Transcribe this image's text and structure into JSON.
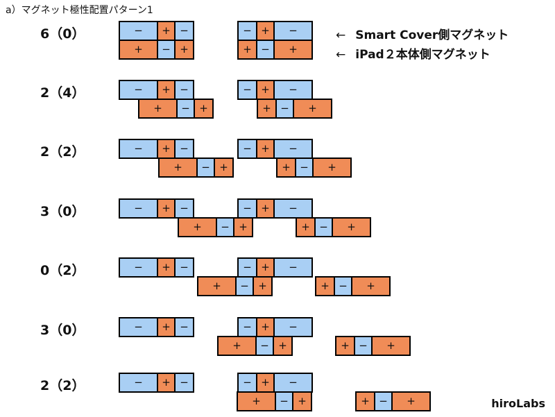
{
  "title": "a）マグネット極性配置パターン1",
  "legend": [
    {
      "arrow": "←",
      "text": "Smart Cover側マグネット"
    },
    {
      "arrow": "←",
      "text": "iPad２本体側マグネット"
    }
  ],
  "brand": "hiroLabs",
  "rows": [
    {
      "label": "6（0）"
    },
    {
      "label": "2（4）"
    },
    {
      "label": "2（2）"
    },
    {
      "label": "3（0）"
    },
    {
      "label": "0（2）"
    },
    {
      "label": "3（0）"
    },
    {
      "label": "2（2）"
    }
  ],
  "magnets": {
    "cover": [
      "−",
      "+",
      "−"
    ],
    "cover_mirror": [
      "−",
      "+",
      "−"
    ],
    "body": [
      "+",
      "−",
      "+"
    ],
    "body_mirror": [
      "+",
      "−",
      "+"
    ]
  }
}
